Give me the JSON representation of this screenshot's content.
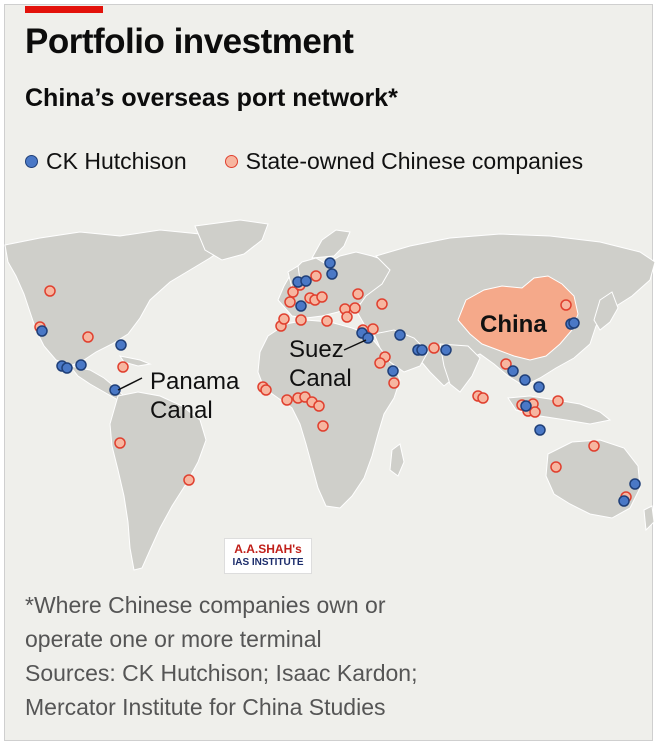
{
  "header": {
    "title": "Portfolio investment",
    "subtitle": "China’s overseas port network*"
  },
  "legend": {
    "items": [
      {
        "label": "CK Hutchison",
        "color": "#4a78c6"
      },
      {
        "label": "State-owned Chinese companies",
        "color": "#f7b6a0"
      }
    ]
  },
  "map": {
    "labels": {
      "panama": "Panama\nCanal",
      "suez": "Suez\nCanal",
      "china": "China"
    },
    "colors": {
      "land": "#cfcfca",
      "water": "#efefeb",
      "china_fill": "#f5a98a",
      "hutchison": "#4a78c6",
      "state_owned": "#f7b6a0"
    }
  },
  "logo": {
    "top": "A.A.SHAH's",
    "bottom": "IAS INSTITUTE"
  },
  "footnote": {
    "lines": [
      "*Where Chinese companies own or",
      "operate one or more terminal",
      "Sources: CK Hutchison; Isaac Kardon;",
      "Mercator Institute for China Studies"
    ]
  }
}
